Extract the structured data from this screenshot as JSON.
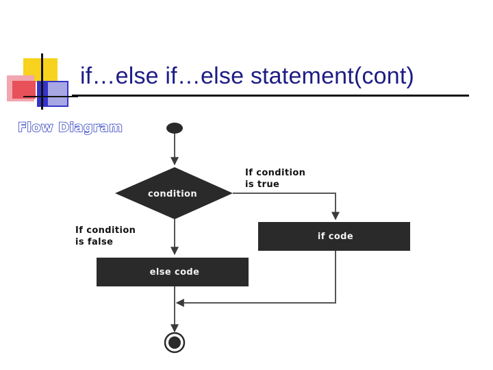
{
  "slide": {
    "title": "if…else if…else statement(cont)",
    "section_heading": "Flow Diagram"
  },
  "flowchart": {
    "decision": "condition",
    "true_branch_label_line1": "If condition",
    "true_branch_label_line2": "is true",
    "false_branch_label_line1": "If condition",
    "false_branch_label_line2": "is false",
    "if_block": "if code",
    "else_block": "else code"
  },
  "colors": {
    "title_text": "#1c1c86",
    "heading_outline": "#2f3fbf",
    "flow_fill": "#2a2a2a",
    "flow_text": "#f2f2f2",
    "label_text": "#111111",
    "connector": "#555555",
    "logo_yellow": "#f7d21e",
    "logo_blue": "#3434c8",
    "logo_red": "#e8505a"
  }
}
